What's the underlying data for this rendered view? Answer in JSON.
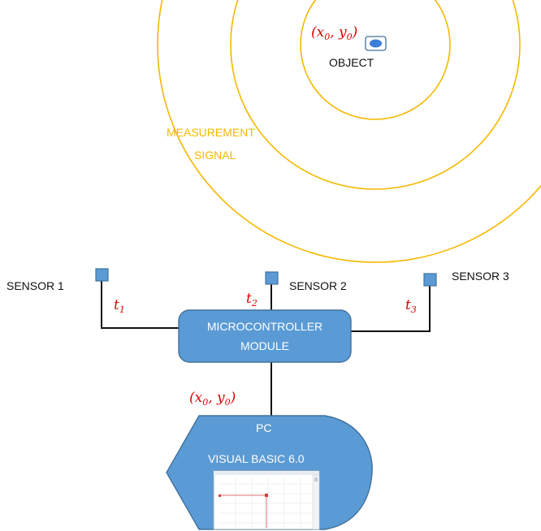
{
  "colors": {
    "signal": "#f5b800",
    "accent": "#e00000",
    "box_fill": "#5b9bd5",
    "box_stroke": "#41719c",
    "wire": "#111111"
  },
  "object": {
    "coord": {
      "open": "(",
      "x": "x",
      "x_sub": "0",
      "sep": ", ",
      "y": "y",
      "y_sub": "0",
      "close": ")"
    },
    "label": "OBJECT",
    "icon": "object-icon"
  },
  "signal": {
    "line1": "MEASUREMENT",
    "line2": "SIGNAL"
  },
  "sensors": [
    {
      "label": "SENSOR 1",
      "time": "t",
      "time_sub": "1"
    },
    {
      "label": "SENSOR 2",
      "time": "t",
      "time_sub": "2"
    },
    {
      "label": "SENSOR 3",
      "time": "t",
      "time_sub": "3"
    }
  ],
  "module": {
    "line1": "MICROCONTROLLER",
    "line2": "MODULE"
  },
  "output": {
    "open": "(",
    "x": "x",
    "x_sub": "0",
    "sep": ", ",
    "y": "y",
    "y_sub": "0",
    "close": ")"
  },
  "pc": {
    "title": "PC",
    "subtitle": "VISUAL BASIC  6.0"
  }
}
